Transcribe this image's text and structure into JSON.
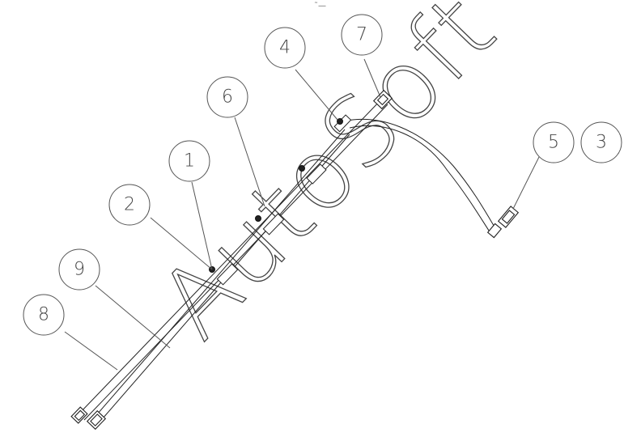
{
  "watermark": "AutoSoft",
  "top_mark": "˜—",
  "balloons": [
    {
      "id": "balloon-1",
      "label": "1"
    },
    {
      "id": "balloon-2",
      "label": "2"
    },
    {
      "id": "balloon-3",
      "label": "3"
    },
    {
      "id": "balloon-4",
      "label": "4"
    },
    {
      "id": "balloon-5",
      "label": "5"
    },
    {
      "id": "balloon-6",
      "label": "6"
    },
    {
      "id": "balloon-7",
      "label": "7"
    },
    {
      "id": "balloon-8",
      "label": "8"
    },
    {
      "id": "balloon-9",
      "label": "9"
    }
  ]
}
